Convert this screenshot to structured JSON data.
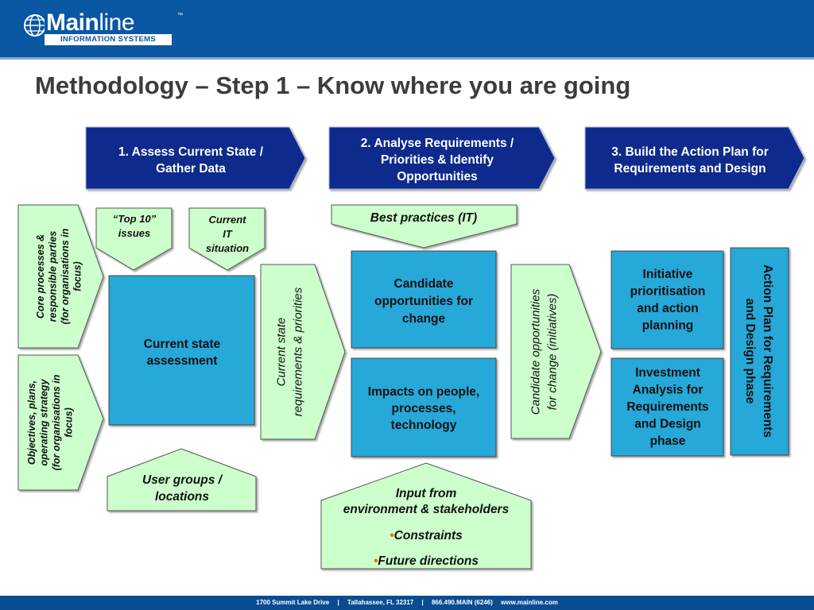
{
  "brand": {
    "name_bold": "Main",
    "name_light": "line",
    "trademark": "™",
    "subtitle": "INFORMATION SYSTEMS"
  },
  "title": "Methodology – Step 1 – Know where you are going",
  "steps": [
    {
      "lines": [
        "1. Assess Current State /",
        "Gather Data"
      ]
    },
    {
      "lines": [
        "2. Analyse Requirements /",
        "Priorities  & Identify",
        "Opportunities"
      ]
    },
    {
      "lines": [
        "3. Build the Action Plan for",
        "Requirements and Design"
      ]
    }
  ],
  "inputs": {
    "top10": [
      "“Top 10”",
      "issues"
    ],
    "current_it": [
      "Current",
      "IT",
      "situation"
    ],
    "core_processes": [
      "Core processes &",
      "responsible parties",
      "(for organisations in",
      "focus)"
    ],
    "objectives": [
      "Objectives, plans,",
      "operating strategy",
      "(for organisations in",
      "focus)"
    ],
    "user_groups": [
      "User groups /",
      "locations"
    ],
    "best_practices": [
      "Best practices (IT)"
    ],
    "env_input": [
      "Input from",
      "environment & stakeholders"
    ],
    "constraints": "Constraints",
    "future_directions": "Future directions",
    "bullet": "•"
  },
  "boxes": {
    "current_state": [
      "Current state",
      "assessment"
    ],
    "candidate": [
      "Candidate",
      "opportunities for",
      "change"
    ],
    "impacts": [
      "Impacts on people,",
      "processes,",
      "technology"
    ],
    "initiative": [
      "Initiative",
      "prioritisation",
      "and action",
      "planning"
    ],
    "investment": [
      "Investment",
      "Analysis for",
      "Requirements",
      "and Design",
      "phase"
    ],
    "action_plan": [
      "Action Plan for Requirements",
      "and Design phase"
    ]
  },
  "flows": {
    "requirements": [
      "Current state",
      "requirements & priorities"
    ],
    "candidate_change": [
      "Candidate opportunities",
      "for change (initiatives)"
    ]
  },
  "footer": [
    "1700 Summit Lake Drive",
    "|",
    "Tallahassee, FL   32317",
    "|",
    "866.490.MAIN (6246)",
    "www.mainline.com"
  ],
  "colors": {
    "header_blue": "#0a57a3",
    "step_navy": "#102a8c",
    "box_cyan": "#27a8d8",
    "input_green": "#ccffcc",
    "bullet_orange": "#ff6600"
  }
}
